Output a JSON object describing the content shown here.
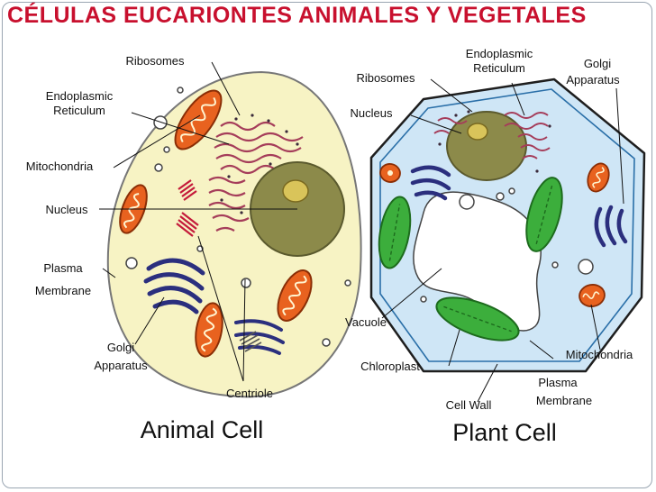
{
  "slide": {
    "title": "CÉLULAS EUCARIONTES ANIMALES Y VEGETALES"
  },
  "animal_cell": {
    "caption": "Animal Cell",
    "labels": {
      "ribosomes": "Ribosomes",
      "er_line1": "Endoplasmic",
      "er_line2": "Reticulum",
      "mitochondria": "Mitochondria",
      "nucleus": "Nucleus",
      "plasma_line1": "Plasma",
      "plasma_line2": "Membrane",
      "golgi_line1": "Golgi",
      "golgi_line2": "Apparatus",
      "centriole": "Centriole"
    }
  },
  "plant_cell": {
    "caption": "Plant Cell",
    "labels": {
      "ribosomes": "Ribosomes",
      "er_line1": "Endoplasmic",
      "er_line2": "Reticulum",
      "golgi_line1": "Golgi",
      "golgi_line2": "Apparatus",
      "nucleus": "Nucleus",
      "vacuole": "Vacuole",
      "chloroplast": "Chloroplast",
      "cell_wall": "Cell Wall",
      "plasma_line1": "Plasma",
      "plasma_line2": "Membrane",
      "mitochondria": "Mitochondria"
    }
  },
  "colors": {
    "title": "#c8102e",
    "animal_cytoplasm": "#f7f3c4",
    "plant_cytoplasm": "#cfe6f6",
    "nucleus": "#8c8a4a",
    "mitochondria": "#e8621f",
    "golgi": "#2b2f7e",
    "chloroplast": "#3cae3c",
    "er": "#a53d5a"
  }
}
